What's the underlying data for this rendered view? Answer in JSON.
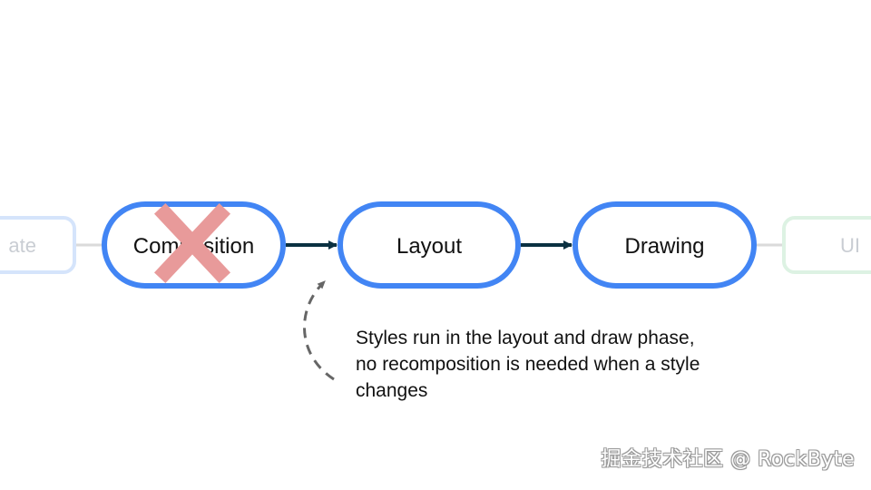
{
  "diagram": {
    "stages": {
      "left_faded_label": "ate",
      "composition_label": "Composition",
      "layout_label": "Layout",
      "drawing_label": "Drawing",
      "right_faded_label": "UI"
    },
    "composition_status": "skipped",
    "annotation": {
      "lines": [
        "Styles run in the layout and draw phase,",
        "no recomposition is needed when a style",
        "changes"
      ]
    },
    "colors": {
      "node_border": "#4285F4",
      "faded_left": "#D5E4FB",
      "faded_right": "#DDF2E3",
      "arrow": "#0B3142",
      "cross": "#E89A9A",
      "connector": "#DADADA",
      "dashed_arrow": "#666666"
    },
    "icons": {
      "cross": "x-mark-icon"
    }
  },
  "watermark": "掘金技术社区 @ RockByte"
}
